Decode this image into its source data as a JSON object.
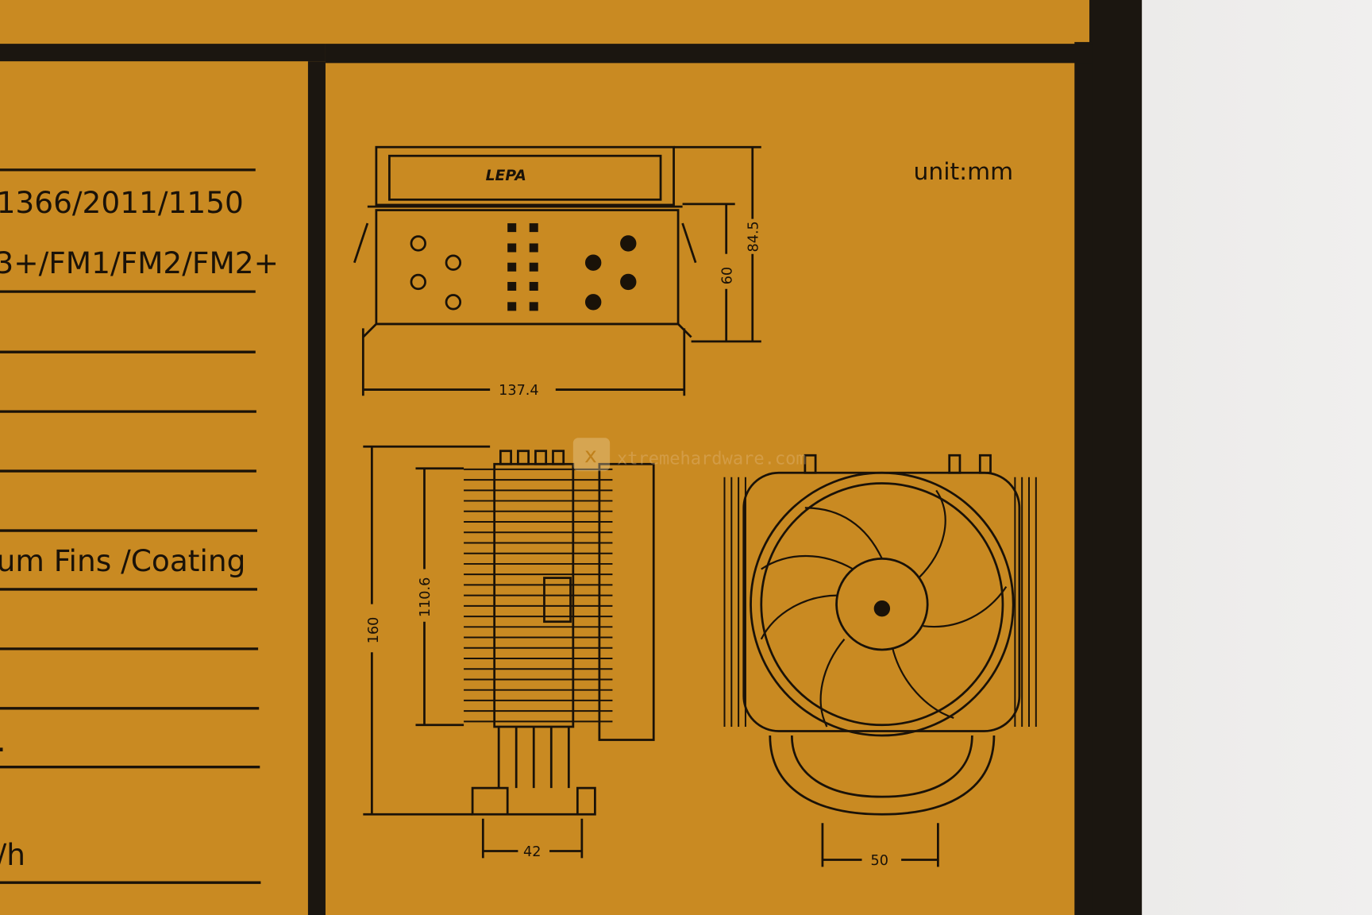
{
  "spec_panel": {
    "rows": [
      "1366/2011/1150",
      "3+/FM1/FM2/FM2+",
      "",
      "",
      "",
      "um Fins /Coating",
      "",
      "",
      ".",
      "/h"
    ]
  },
  "drawing": {
    "unit": "unit:mm",
    "top_view": {
      "logo": "LEPA",
      "width": "137.4",
      "height_inner": "60",
      "height_total": "84.5"
    },
    "side_view": {
      "height_total": "160",
      "fin_height": "110.6",
      "base_width": "42"
    },
    "front_view": {
      "base_width": "50"
    }
  },
  "watermark": "xtremehardware.com",
  "colors": {
    "box": "#c98a22",
    "ink": "#1a1208",
    "border": "#15110c"
  }
}
